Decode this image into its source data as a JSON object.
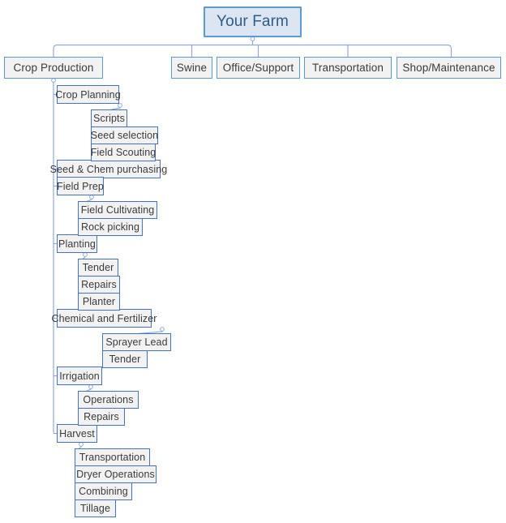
{
  "chart_title": "Your Farm",
  "colors": {
    "root_border": "#5B9BD5",
    "root_fill": "#DCE6F2",
    "root_text": "#2E5C8A",
    "node_border": "#4472C4",
    "node_fill": "#F2F2F2",
    "node_text": "#3B3B3B",
    "connector": "#8FAADC",
    "background": "#FFFFFF"
  },
  "org": {
    "root": {
      "label": "Your Farm"
    },
    "divisions": [
      {
        "label": "Crop Production"
      },
      {
        "label": "Swine"
      },
      {
        "label": "Office/Support"
      },
      {
        "label": "Transportation"
      },
      {
        "label": "Shop/Maintenance"
      }
    ],
    "crop_production_children": [
      {
        "label": "Crop Planning"
      },
      {
        "label": "Seed & Chem purchasing"
      },
      {
        "label": "Field Prep"
      },
      {
        "label": "Planting"
      },
      {
        "label": "Chemical and Fertilizer"
      },
      {
        "label": "Irrigation"
      },
      {
        "label": "Harvest"
      }
    ],
    "crop_planning_children": [
      {
        "label": "Scripts"
      },
      {
        "label": "Seed selection"
      },
      {
        "label": "Field Scouting"
      }
    ],
    "field_prep_children": [
      {
        "label": "Field Cultivating"
      },
      {
        "label": "Rock picking"
      }
    ],
    "planting_children": [
      {
        "label": "Tender"
      },
      {
        "label": "Repairs"
      },
      {
        "label": "Planter"
      }
    ],
    "chemical_fertilizer_children": [
      {
        "label": "Sprayer Lead"
      },
      {
        "label": "Tender"
      }
    ],
    "irrigation_children": [
      {
        "label": "Operations"
      },
      {
        "label": "Repairs"
      }
    ],
    "harvest_children": [
      {
        "label": "Transportation"
      },
      {
        "label": "Dryer Operations"
      },
      {
        "label": "Combining"
      },
      {
        "label": "Tillage"
      }
    ]
  }
}
